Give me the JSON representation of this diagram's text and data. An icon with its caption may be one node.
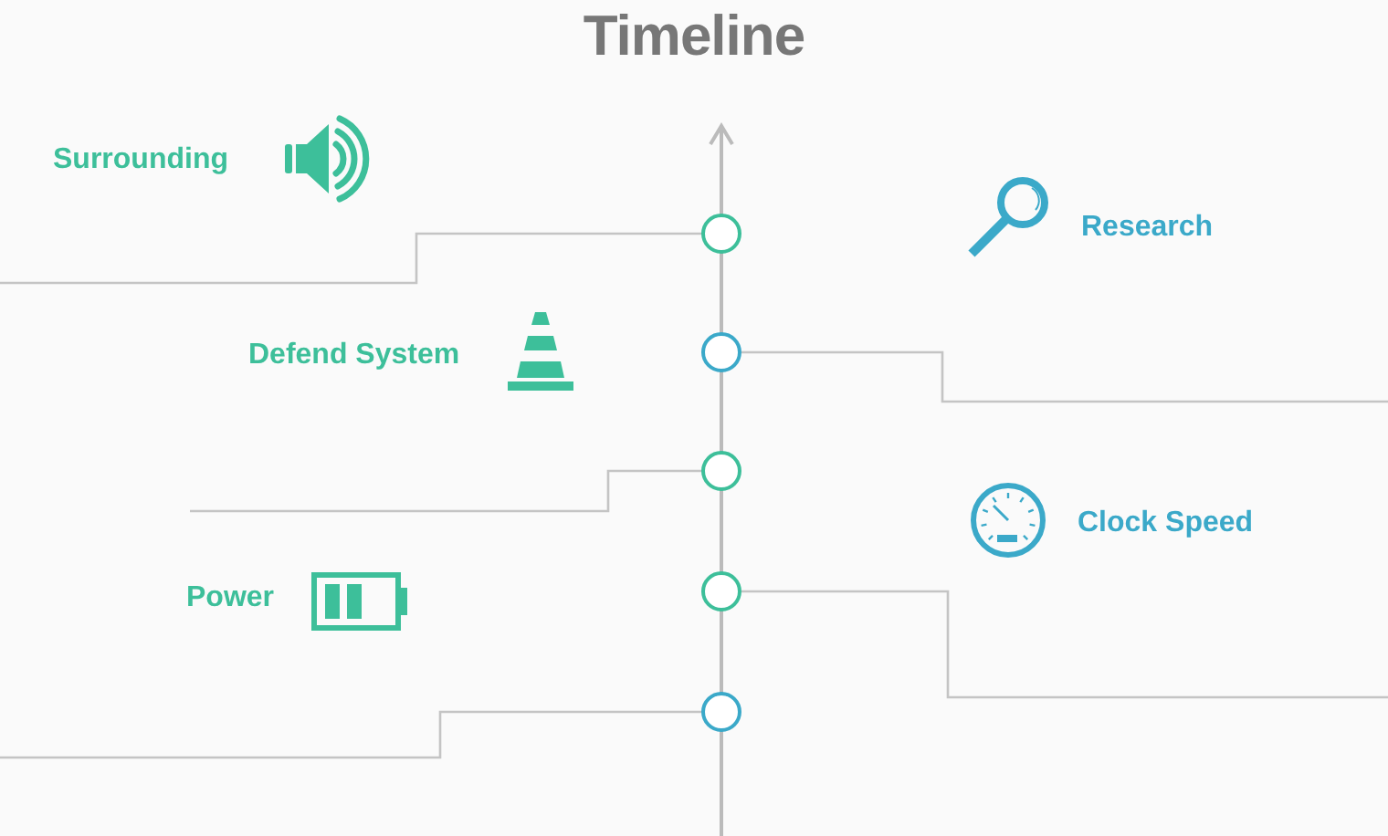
{
  "diagram": {
    "title": "Timeline",
    "nodes": [
      {
        "text": [],
        "shape": "circle"
      },
      {
        "text": [],
        "shape": "circle"
      },
      {
        "text": [],
        "shape": "circle"
      },
      {
        "text": [],
        "shape": "circle"
      },
      {
        "text": [],
        "shape": "circle"
      }
    ],
    "edges": [
      {
        "from": 0,
        "to": null,
        "arrow": "none"
      },
      {
        "from": 1,
        "to": null,
        "arrow": "none"
      },
      {
        "from": 2,
        "to": null,
        "arrow": "none"
      },
      {
        "from": 3,
        "to": null,
        "arrow": "none"
      },
      {
        "from": 4,
        "to": null,
        "arrow": "none"
      }
    ],
    "labels": [
      "Surrounding",
      "Research",
      "Defend System",
      "Clock Speed",
      "Power"
    ]
  }
}
